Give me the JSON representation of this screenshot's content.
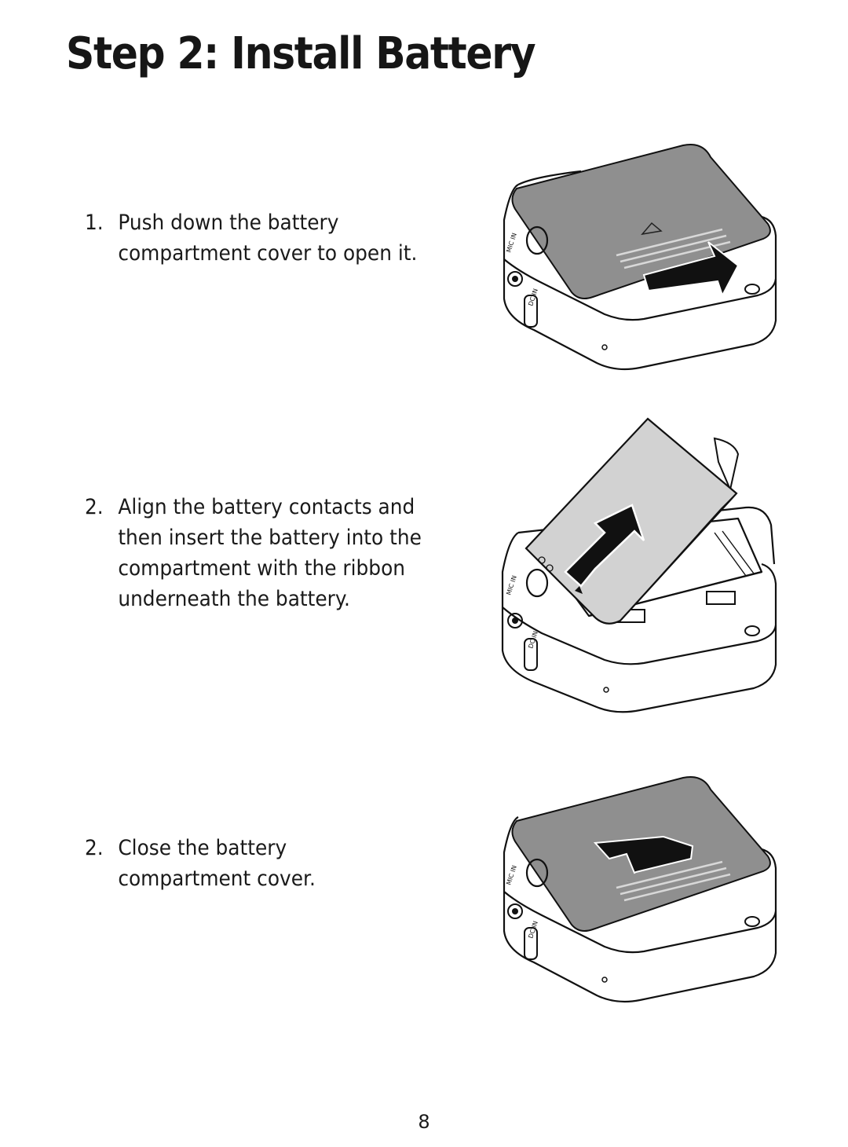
{
  "page": {
    "title": "Step 2: Install Battery",
    "page_number": "8"
  },
  "steps": [
    {
      "number": "1.",
      "text": "Push down the battery compartment cover to open it."
    },
    {
      "number": "2.",
      "text": "Align the battery contacts and then insert the battery into the compartment with the ribbon underneath the battery."
    },
    {
      "number": "2.",
      "text": "Close the battery compartment cover."
    }
  ],
  "figures": {
    "port_labels": {
      "mic": "MIC IN",
      "dc": "DC IN"
    }
  }
}
